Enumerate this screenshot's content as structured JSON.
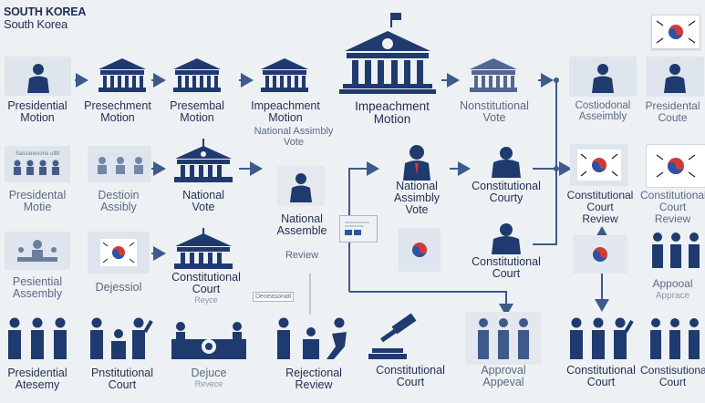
{
  "title": {
    "line1": "SOUTH KOREA",
    "line2": "South Korea"
  },
  "colors": {
    "navy": "#1f3a6e",
    "accent_red": "#d23a3a",
    "accent_blue": "#2a54a5",
    "panel": "#dfe5ec",
    "line": "#3d5a8a"
  },
  "nodes": {
    "presidential_motion": {
      "l1": "Presidential",
      "l2": "Motion"
    },
    "presechment_motion": {
      "l1": "Presechment",
      "l2": "Motion"
    },
    "presembal_motion": {
      "l1": "Presembal",
      "l2": "Motion"
    },
    "impeachment_motion_small": {
      "l1": "Impeachment",
      "l2": "Motion"
    },
    "impeachment_motion_big": {
      "l1": "Impeachment",
      "l2": "Motion"
    },
    "national_assembly_vote_faded": {
      "l1": "National Assimbly",
      "l2": "Vote"
    },
    "nonstitutional_vote": {
      "l1": "Nonstitutional",
      "l2": "Vote"
    },
    "costiodonal_assemly": {
      "l1": "Costiodonal",
      "l2": "Asseimbly"
    },
    "presidental_coute": {
      "l1": "Presidental",
      "l2": "Coute"
    },
    "presidential_motie": {
      "l1": "Presidental",
      "l2": "Motie"
    },
    "destioin_assibly": {
      "l1": "Destioin",
      "l2": "Assibly"
    },
    "national_vote": {
      "l1": "National",
      "l2": "Vote"
    },
    "national_assemble_review": {
      "l1": "National",
      "l2": "Assemble",
      "l3": "Review"
    },
    "national_assimbly_vote": {
      "l1": "National",
      "l2": "Assimbly",
      "l3": "Vote"
    },
    "constitutional_courty": {
      "l1": "Constitutional",
      "l2": "Courty"
    },
    "constitutional_court_review_1": {
      "l1": "Constitutional",
      "l2": "Court",
      "l3": "Review"
    },
    "constitutional_court_review_2": {
      "l1": "Constitutional",
      "l2": "Court",
      "l3": "Review"
    },
    "pesiential_assembly": {
      "l1": "Pesiential",
      "l2": "Assembly"
    },
    "dejessiol": {
      "l1": "Dejessiol"
    },
    "constitutional_court_mid": {
      "l1": "Constitutional",
      "l2": "Court",
      "l3": "Reyce"
    },
    "constitutional_court_center": {
      "l1": "Constitutional",
      "l2": "Court"
    },
    "appoeal_apprace": {
      "l1": "Appooal",
      "l2": "Apprace"
    },
    "presidential_atesemy": {
      "l1": "Presidential",
      "l2": "Atesemy"
    },
    "pnstitutional_court": {
      "l1": "Pnstitutional",
      "l2": "Court"
    },
    "dejuce": {
      "l1": "Dejuce",
      "l2": "Revece"
    },
    "rejectional_review": {
      "l1": "Rejectional",
      "l2": "Review"
    },
    "constitutional_court_bottom": {
      "l1": "Constitutional",
      "l2": "Court"
    },
    "approval": {
      "l1": "Approval",
      "l2": "Appeval"
    },
    "constitutional_court_b2": {
      "l1": "Constitutional",
      "l2": "Court"
    },
    "constisutional_court": {
      "l1": "Constisutional",
      "l2": "Court"
    }
  },
  "small_tags": {
    "tag1": "Deoeasonatl",
    "tag2": "———"
  },
  "panel_texts": {
    "p1": "Sassanosone ulllll"
  }
}
